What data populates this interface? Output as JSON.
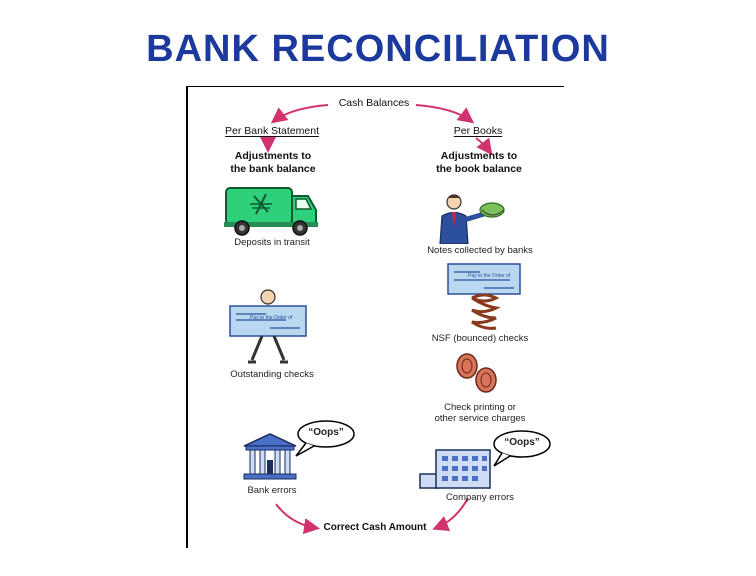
{
  "title": "BANK RECONCILIATION",
  "diagram": {
    "top": "Cash Balances",
    "left_header": "Per Bank Statement",
    "right_header": "Per Books",
    "left_subtitle_line1": "Adjustments to",
    "left_subtitle_line2": "the bank balance",
    "right_subtitle_line1": "Adjustments to",
    "right_subtitle_line2": "the book balance",
    "left_items": [
      "Deposits in transit",
      "Outstanding checks",
      "Bank errors"
    ],
    "right_items": [
      "Notes collected by banks",
      "NSF (bounced) checks",
      "Check printing or",
      "other service charges",
      "Company errors"
    ],
    "oops_left": "“Oops”",
    "oops_right": "“Oops”",
    "bottom": "Correct Cash Amount",
    "colors": {
      "arrow": "#d0336e",
      "truck": "#2fd07a",
      "check": "#b8d8f0",
      "title": "#1c3a9c"
    }
  }
}
